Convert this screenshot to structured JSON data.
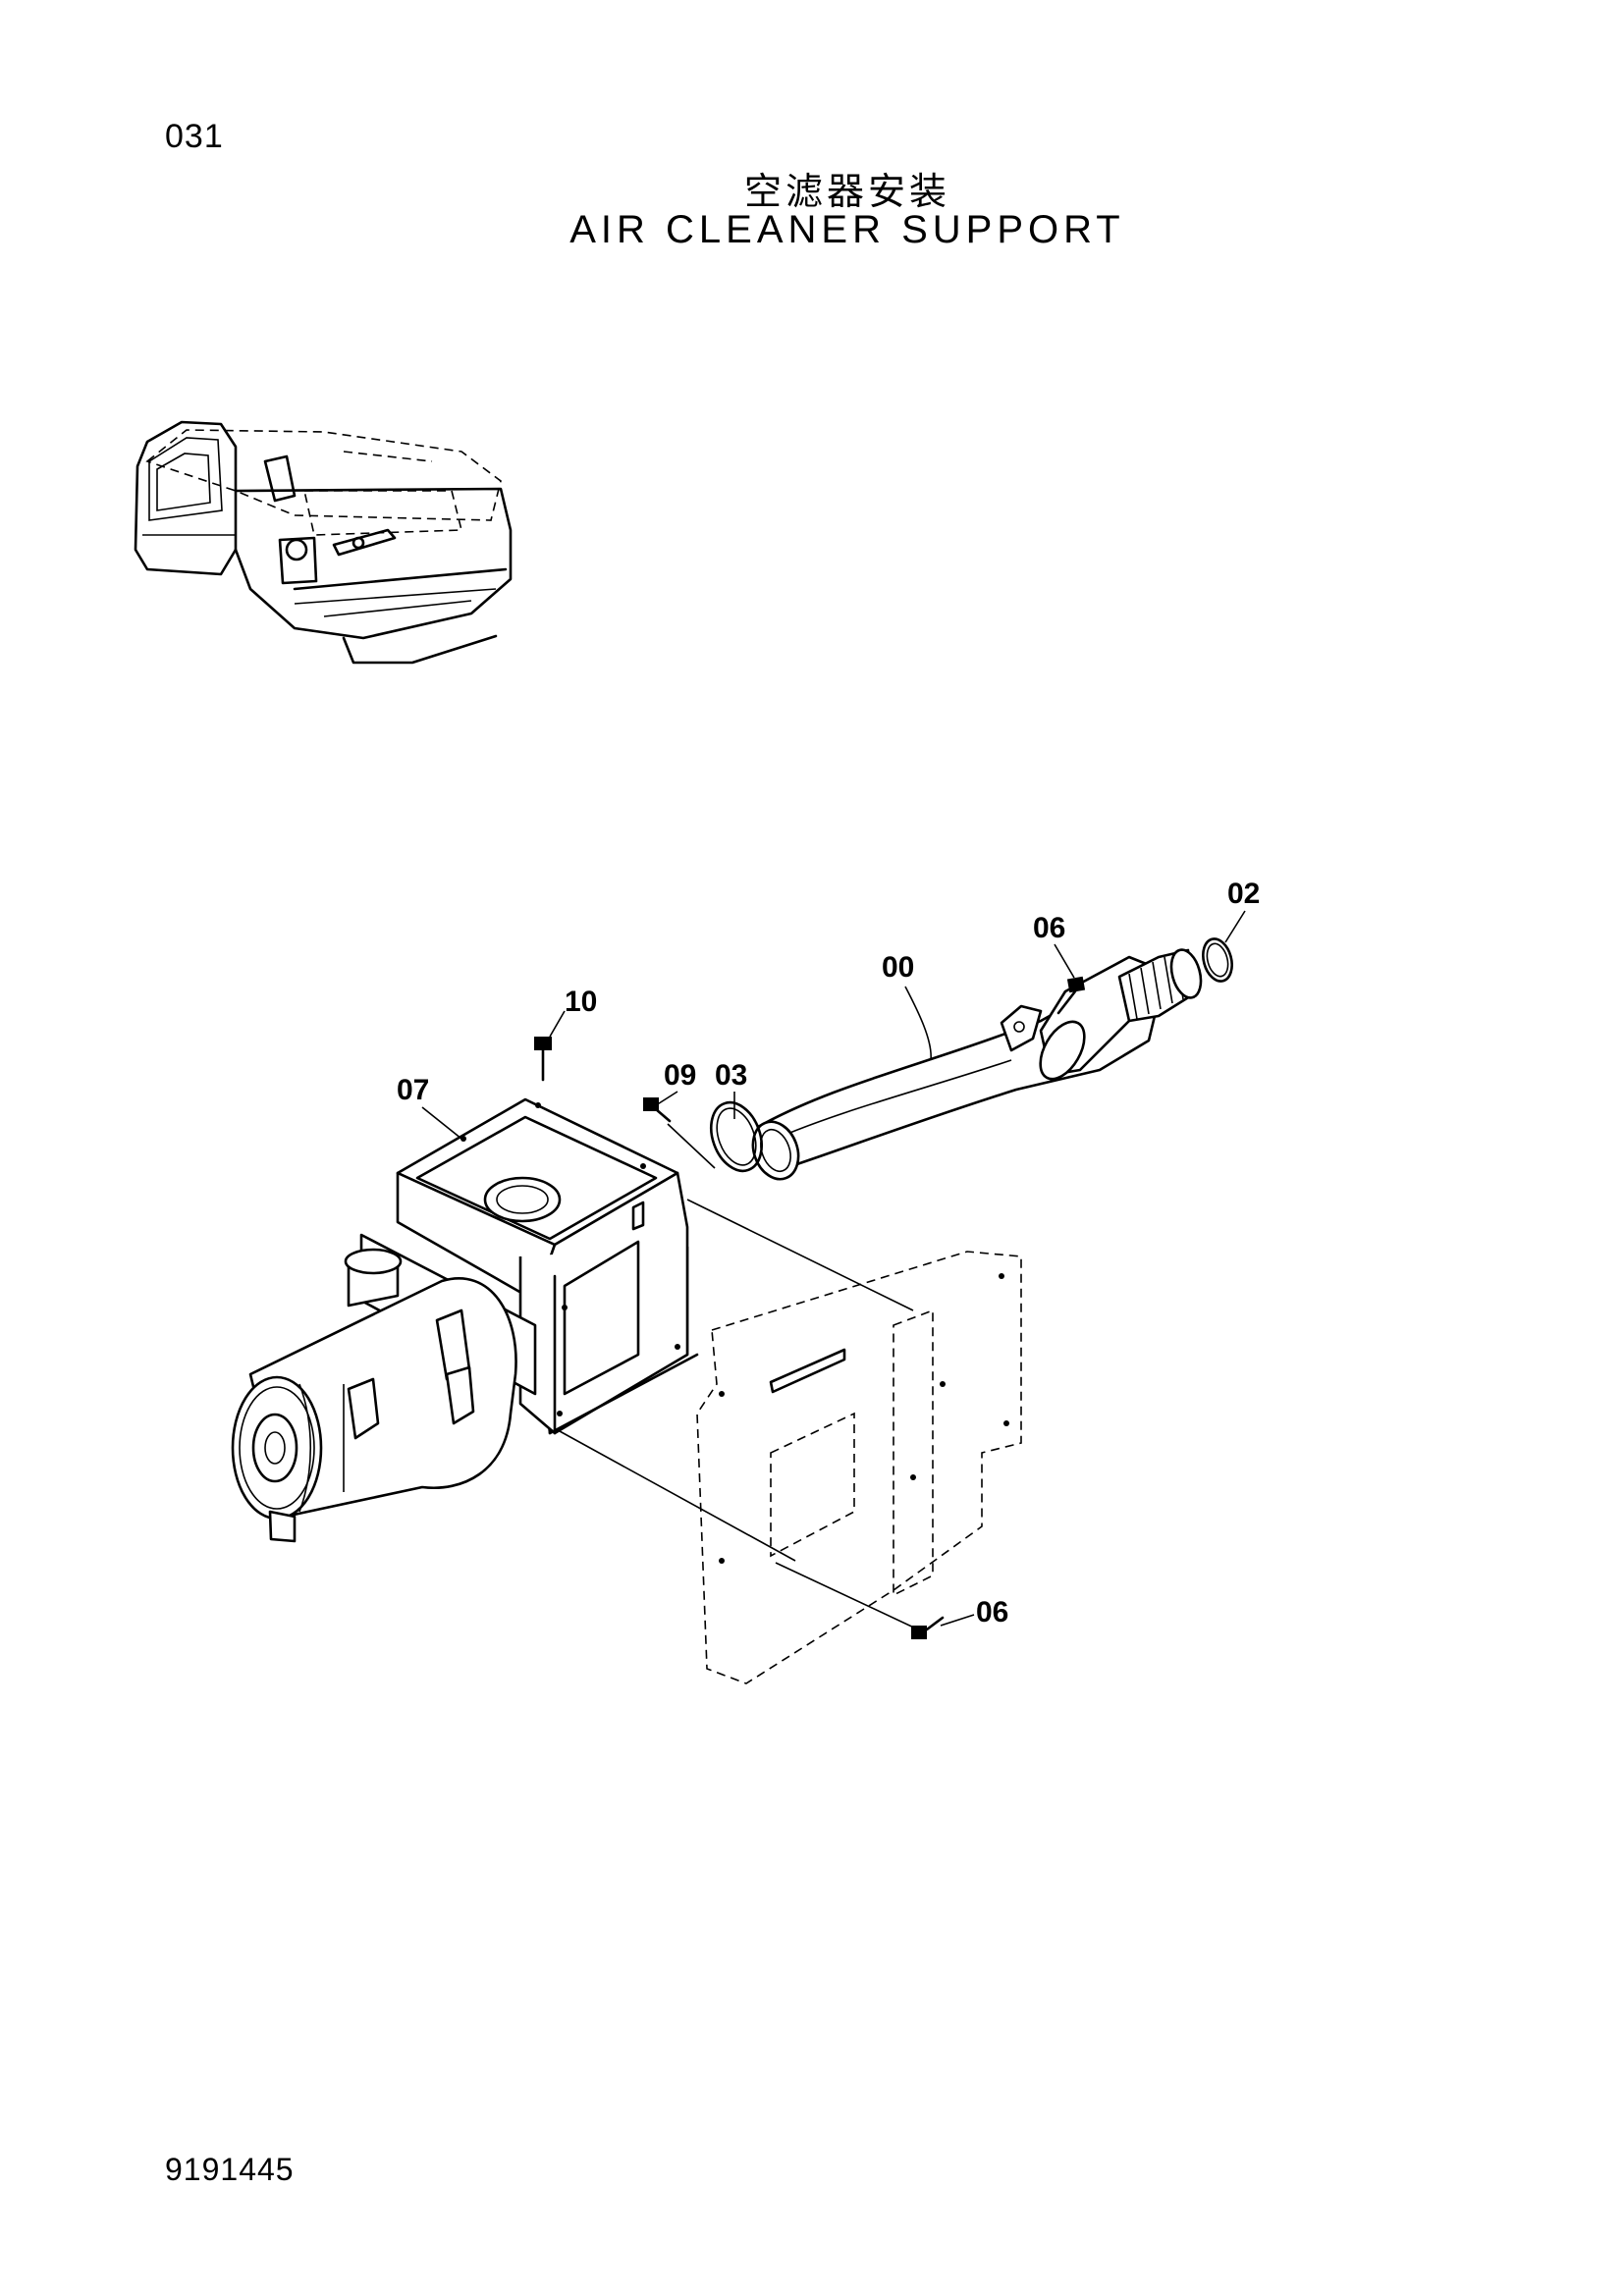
{
  "header": {
    "page_number": "031",
    "title_cn": "空滤器安装",
    "title_en": "AIR CLEANER SUPPORT"
  },
  "footer": {
    "document_number": "9191445"
  },
  "callouts": [
    {
      "id": "00",
      "label": "00"
    },
    {
      "id": "02",
      "label": "02"
    },
    {
      "id": "03",
      "label": "03"
    },
    {
      "id": "06a",
      "label": "06"
    },
    {
      "id": "06b",
      "label": "06"
    },
    {
      "id": "07",
      "label": "07"
    },
    {
      "id": "09",
      "label": "09"
    },
    {
      "id": "10",
      "label": "10"
    }
  ]
}
